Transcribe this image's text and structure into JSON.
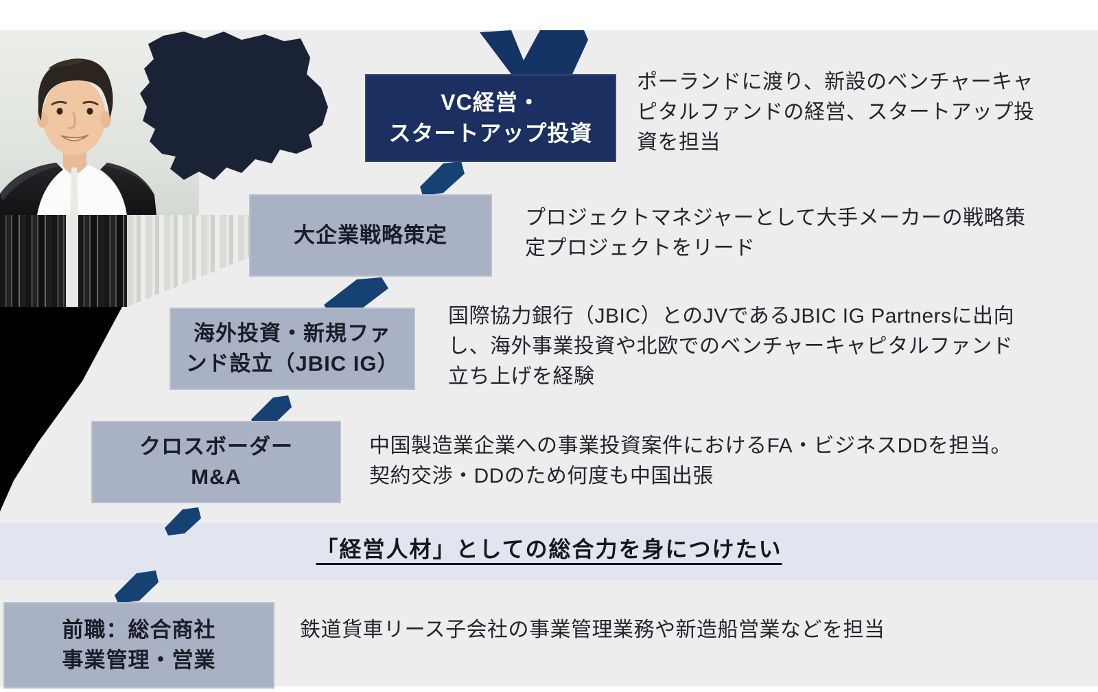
{
  "statement": "「経営人材」としての総合力を身につけたい",
  "timeline": {
    "steps": [
      {
        "label": "VC経営・\nスタートアップ投資",
        "description": "ポーランドに渡り、新設のベンチャーキャ\nピタルファンドの経営、スタートアップ投\n資を担当",
        "variant": "navy"
      },
      {
        "label": "大企業戦略策定",
        "description": "プロジェクトマネジャーとして大手メーカーの戦略策\n定プロジェクトをリード",
        "variant": "gray"
      },
      {
        "label": "海外投資・新規ファ\nンド設立（JBIC IG）",
        "description": "国際協力銀行（JBIC）とのJVであるJBIC IG Partnersに出向\nし、海外事業投資や北欧でのベンチャーキャピタルファンド\n立ち上げを経験",
        "variant": "gray"
      },
      {
        "label": "クロスボーダー\nM&A",
        "description": "中国製造業企業への事業投資案件におけるFA・ビジネスDDを担当。\n契約交渉・DDのため何度も中国出張",
        "variant": "gray"
      },
      {
        "label": "前職：総合商社\n事業管理・営業",
        "description": "鉄道貨車リース子会社の事業管理業務や新造船営業などを担当",
        "variant": "gray"
      }
    ]
  },
  "colors": {
    "navy_box": "#1b3060",
    "connector_navy": "#164273",
    "gray_box": "#a9b1c4",
    "band_lavender": "#e2e5ef",
    "background_gray": "#ededee",
    "black_region": "#000000"
  }
}
